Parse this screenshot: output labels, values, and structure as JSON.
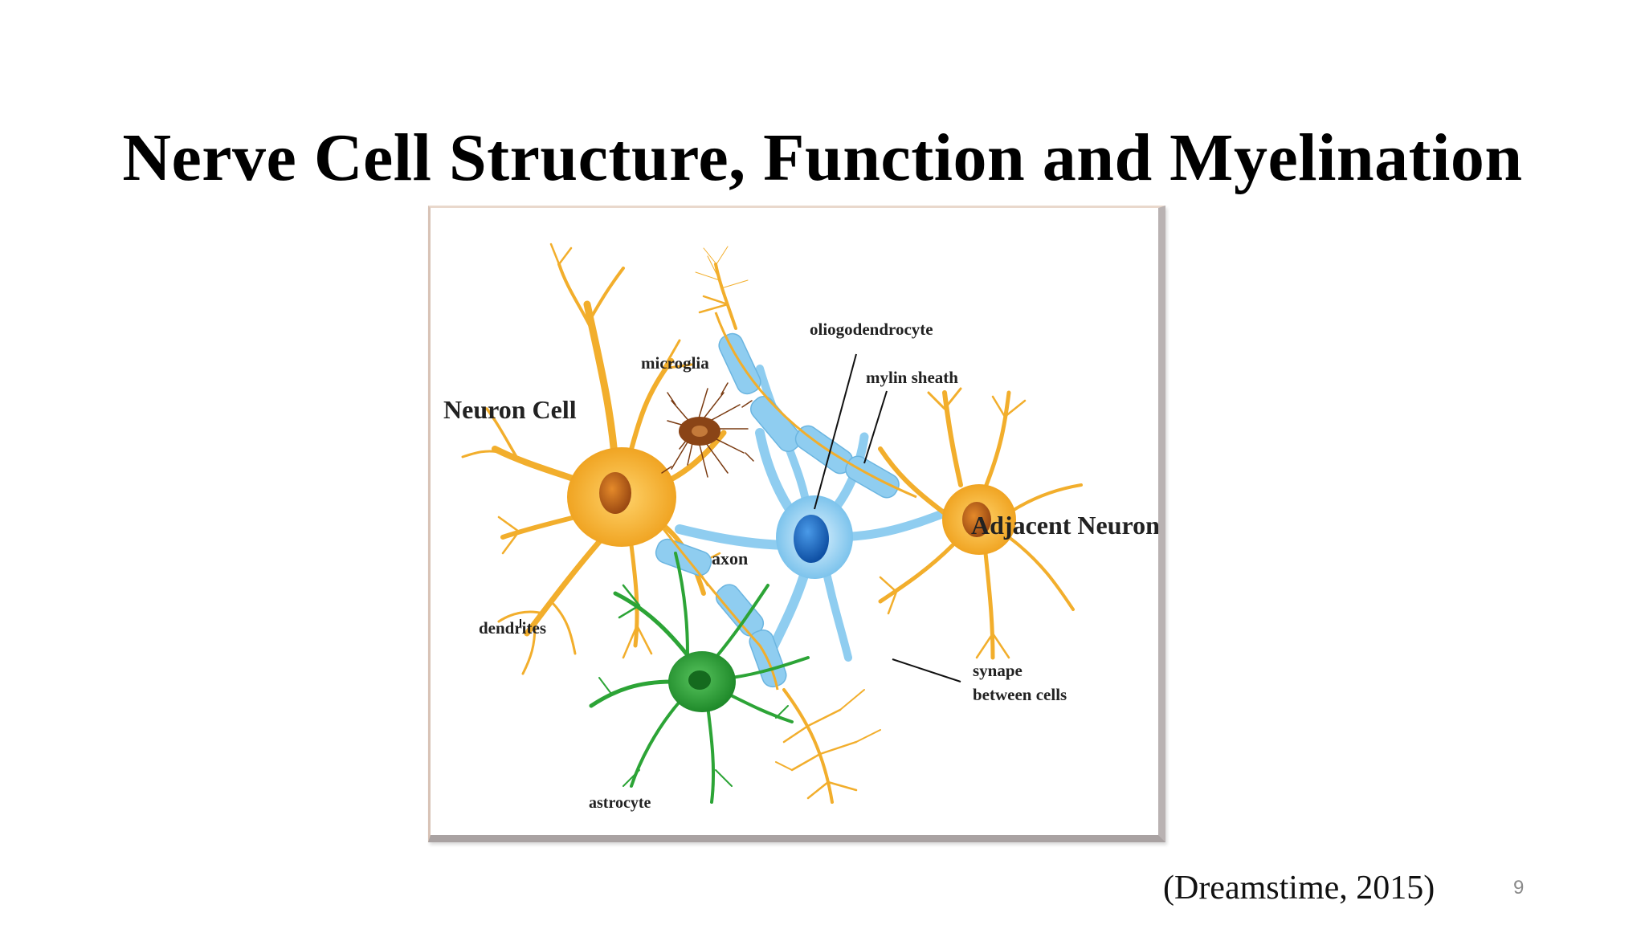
{
  "slide": {
    "title": "Nerve Cell Structure, Function and Myelination",
    "citation": "(Dreamstime, 2015)",
    "page_number": "9"
  },
  "diagram": {
    "labels": {
      "neuron_cell": "Neuron Cell",
      "microglia": "microglia",
      "oligodendrocyte": "oliogodendrocyte",
      "myelin_sheath": "mylin sheath",
      "adjacent_neuron": "Adjacent Neuron",
      "axon": "axon",
      "dendrites": "dendrites",
      "synapse_line1": "synape",
      "synapse_line2": "between cells",
      "astrocyte": "astrocyte"
    },
    "colors": {
      "neuron": "#f2ae2c",
      "neuron_nucleus": "#c9661a",
      "oligodendrocyte": "#8fcdf0",
      "oligodendrocyte_nucleus": "#1f6fc4",
      "astrocyte": "#2ca436",
      "microglia": "#7a3b12"
    }
  }
}
